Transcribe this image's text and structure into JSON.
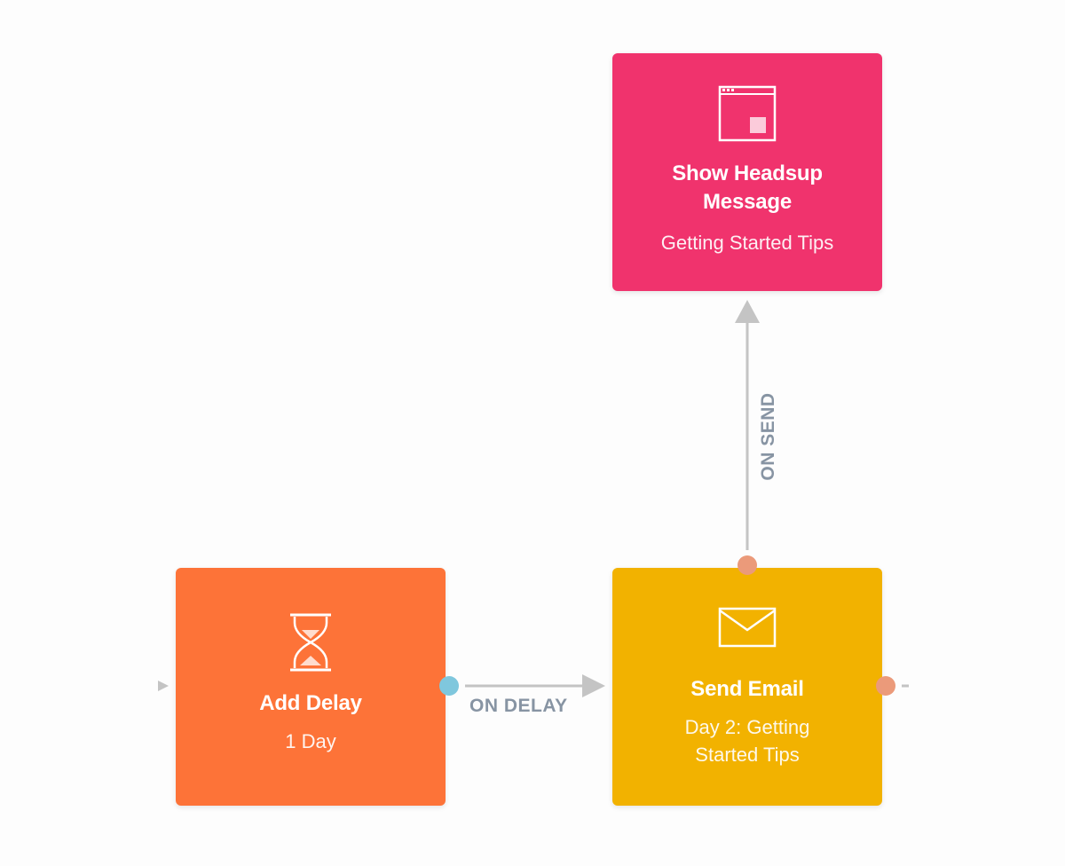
{
  "colors": {
    "headsup": "#f0336d",
    "delay": "#fd7338",
    "email": "#f2b200",
    "edge": "#c4c4c4",
    "port_out_delay": "#7fc7dd",
    "port_email": "#eb9a7a"
  },
  "nodes": {
    "headsup": {
      "icon": "browser-window-icon",
      "title": "Show Headsup Message",
      "title_line1": "Show Headsup",
      "title_line2": "Message",
      "subtitle": "Getting Started Tips"
    },
    "delay": {
      "icon": "hourglass-icon",
      "title": "Add Delay",
      "subtitle": "1 Day"
    },
    "email": {
      "icon": "envelope-icon",
      "title": "Send Email",
      "subtitle_line1": "Day 2: Getting",
      "subtitle_line2": "Started Tips"
    }
  },
  "edges": {
    "on_send": "ON SEND",
    "on_delay": "ON DELAY"
  }
}
